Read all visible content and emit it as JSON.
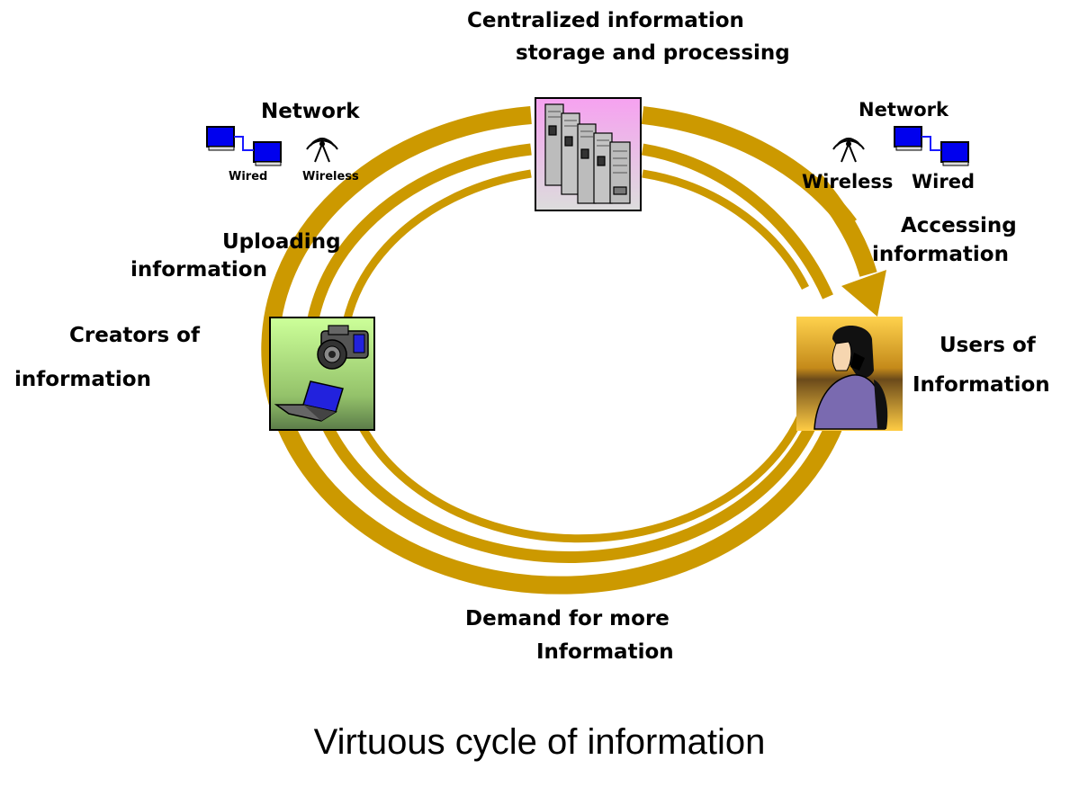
{
  "colors": {
    "ring": "#CC9900",
    "computer_screen": "#0000EE",
    "wire": "#1a1aff"
  },
  "center": {
    "line1": "Centralized information",
    "line2": "storage and processing",
    "icon": "server-rack-icon"
  },
  "left_network": {
    "title": "Network",
    "wired": "Wired",
    "wireless": "Wireless"
  },
  "right_network": {
    "title": "Network",
    "wired": "Wired",
    "wireless": "Wireless"
  },
  "uploading": {
    "line1": "Uploading",
    "line2": "information"
  },
  "accessing": {
    "line1": "Accessing",
    "line2": "information"
  },
  "creators": {
    "line1": "Creators of",
    "line2": "information",
    "icons": [
      "camera-icon",
      "laptop-icon"
    ]
  },
  "users": {
    "line1": "Users of",
    "line2": "Information",
    "icon": "person-phone-icon"
  },
  "demand": {
    "line1": "Demand for more",
    "line2": "Information"
  },
  "caption": "Virtuous cycle of information"
}
